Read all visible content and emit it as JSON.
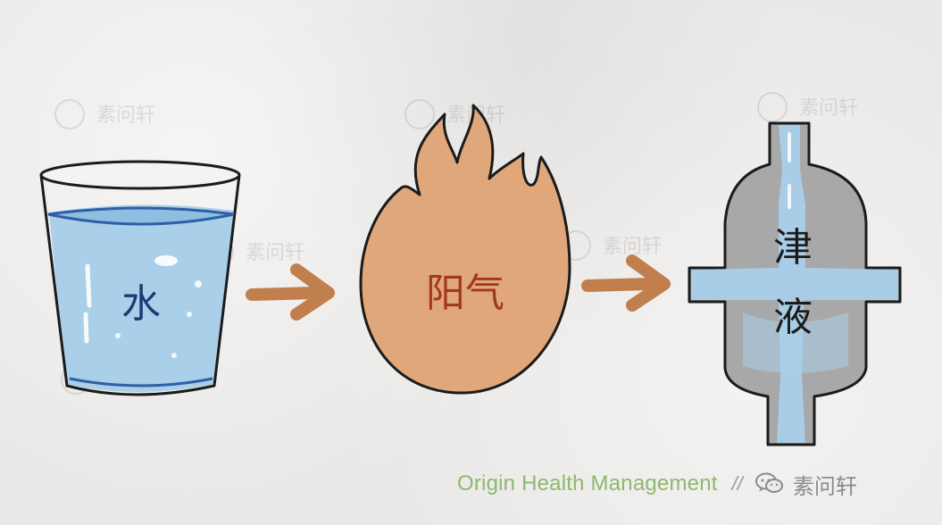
{
  "labels": {
    "water": "水",
    "yang_qi": "阳气",
    "jin_ye_top": "津",
    "jin_ye_bottom": "液"
  },
  "watermark": {
    "text": "素问轩"
  },
  "footer": {
    "tagline": "Origin Health Management",
    "separator": "//",
    "brand": "素问轩",
    "icon": "wechat-icon"
  },
  "colors": {
    "water": "#a9cfe9",
    "fire": "#e0a77a",
    "arrow": "#c17f4e",
    "vessel": "#a8a8a8",
    "tagline": "#8db86e"
  }
}
